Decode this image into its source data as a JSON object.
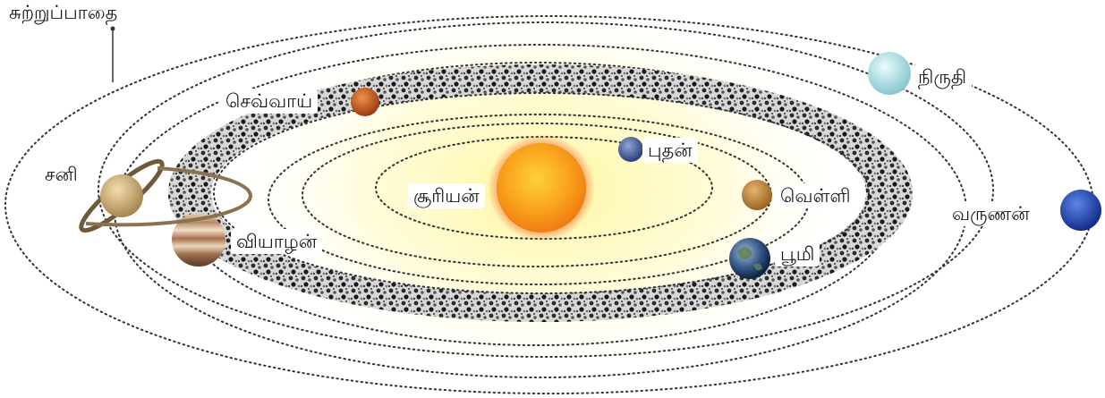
{
  "diagram": {
    "orbit_label": "சுற்றுப்பாதை",
    "sun_label": "சூரியன்",
    "planets": [
      {
        "key": "mercury",
        "label": "புதன்"
      },
      {
        "key": "venus",
        "label": "வெள்ளி"
      },
      {
        "key": "earth",
        "label": "பூமி"
      },
      {
        "key": "mars",
        "label": "செவ்வாய்"
      },
      {
        "key": "jupiter",
        "label": "வியாழன்"
      },
      {
        "key": "saturn",
        "label": "சனி"
      },
      {
        "key": "uranus",
        "label": "நிருதி"
      },
      {
        "key": "neptune",
        "label": "வருணன்"
      }
    ]
  },
  "colors": {
    "orbit_line": "#333333",
    "sun_core": "#f7a21c",
    "sun_glow": "#fff2a8",
    "asteroid_belt": "#5a5a5a"
  }
}
